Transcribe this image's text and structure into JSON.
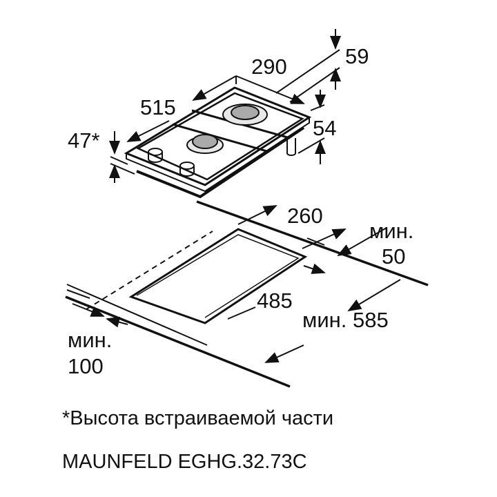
{
  "dimensions": {
    "width_top": "290",
    "depth_top": "515",
    "height_total": "59",
    "height_feet": "54",
    "build_in_height": "47*",
    "cutout_width": "260",
    "cutout_depth": "485",
    "min_back_label": "мин.",
    "min_back_value": "50",
    "min_depth_label": "мин. 585",
    "min_side_label": "мин.",
    "min_side_value": "100"
  },
  "footnote": "*Высота встраиваемой части",
  "model": "MAUNFELD EGHG.32.73C"
}
